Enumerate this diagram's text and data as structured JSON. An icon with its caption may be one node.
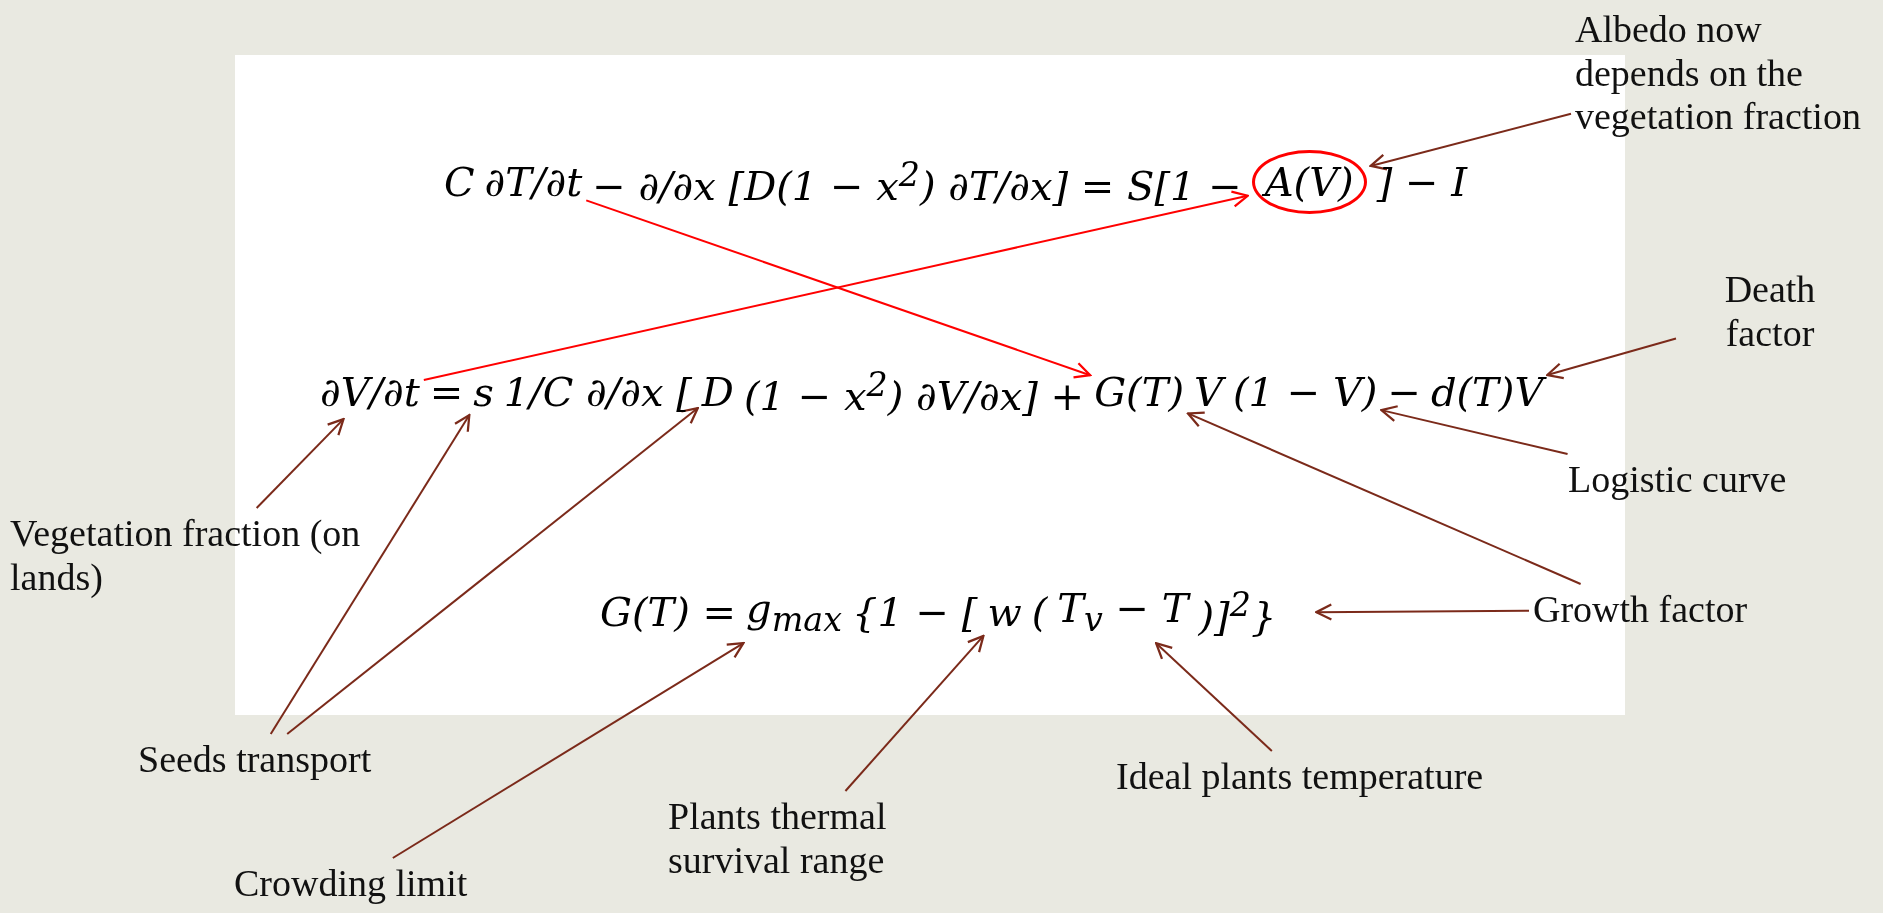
{
  "diagram": {
    "nodes": [
      {
        "text": [
          "Albedo now depends on the vegetation fraction"
        ]
      },
      {
        "text": [
          "∂T/∂t"
        ]
      },
      {
        "text": [
          "A(V)"
        ]
      },
      {
        "text": [
          "Death factor"
        ]
      },
      {
        "text": [
          "∂V/∂t"
        ]
      },
      {
        "text": [
          "s"
        ]
      },
      {
        "text": [
          "D"
        ]
      },
      {
        "text": [
          "G(T)"
        ]
      },
      {
        "text": [
          "(1 − V)"
        ]
      },
      {
        "text": [
          "d(T)V"
        ]
      },
      {
        "text": [
          "Logistic curve"
        ]
      },
      {
        "text": [
          "Vegetation fraction (on lands)"
        ]
      },
      {
        "text": [
          "g$_{max}$"
        ]
      },
      {
        "text": [
          "w"
        ]
      },
      {
        "text": [
          "T$_{v}$ − T"
        ]
      },
      {
        "text": [
          "Growth factor"
        ]
      },
      {
        "text": [
          "Seeds transport"
        ]
      },
      {
        "text": [
          "Ideal plants temperature"
        ]
      },
      {
        "text": [
          "Plants thermal survival range"
        ]
      },
      {
        "text": [
          "Crowding limit"
        ]
      }
    ],
    "edges": [
      {
        "from": 0,
        "to": 2,
        "arrow": "to"
      },
      {
        "from": 1,
        "to": 7,
        "arrow": "to",
        "color": "#ff0000"
      },
      {
        "from": 4,
        "to": 2,
        "arrow": "to",
        "color": "#ff0000"
      },
      {
        "from": 3,
        "to": 9,
        "arrow": "to"
      },
      {
        "from": 10,
        "to": 8,
        "arrow": "to"
      },
      {
        "from": 15,
        "to": 7,
        "arrow": "to"
      },
      {
        "from": 15,
        "to": null,
        "arrow": "to"
      },
      {
        "from": 11,
        "to": 4,
        "arrow": "to"
      },
      {
        "from": 16,
        "to": 5,
        "arrow": "to"
      },
      {
        "from": 16,
        "to": 6,
        "arrow": "to"
      },
      {
        "from": 19,
        "to": 12,
        "arrow": "to"
      },
      {
        "from": 18,
        "to": 13,
        "arrow": "to"
      },
      {
        "from": 17,
        "to": 14,
        "arrow": "to"
      }
    ],
    "labels": [
      "C",
      "− ∂/∂x [D(1 − x$^{2}$) ∂T/∂x] = S[1 −",
      "] − I",
      "=",
      "1/C ∂/∂x [",
      "(1 − x$^{2}$) ∂V/∂x] +",
      "V",
      "−",
      "G(T) =",
      "{1 − [",
      "(",
      ")]$^{2}$}"
    ]
  }
}
